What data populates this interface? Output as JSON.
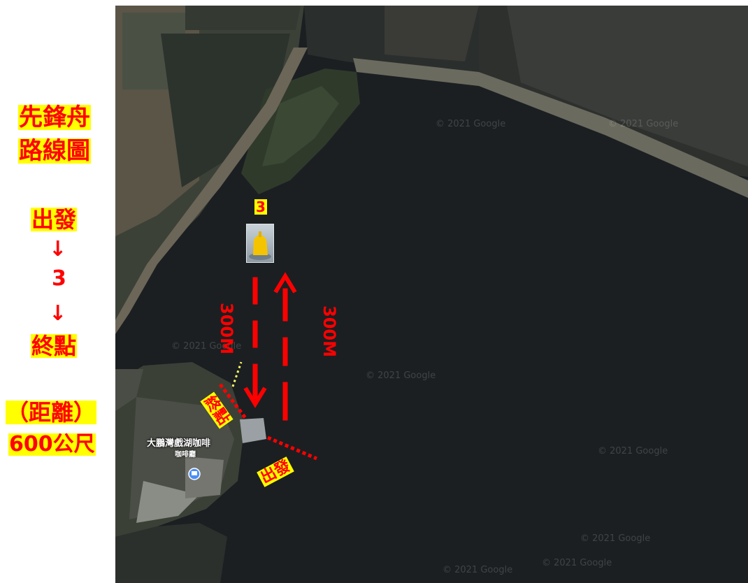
{
  "legend": {
    "title_line1": "先鋒舟",
    "title_line2": "路線圖",
    "start": "出發",
    "arrow1": "↓",
    "waypoint": "3",
    "arrow2": "↓",
    "finish": "終點",
    "distance_label": "（距離）",
    "distance_value": "600公尺"
  },
  "map": {
    "buoy_number": "3",
    "buoy_icon": "yellow-buoy-photo",
    "leg_out_distance": "300M",
    "leg_back_distance": "300M",
    "finish_tag": "終點",
    "start_tag": "出發",
    "place_name": "大鵬灣戲湖咖啡",
    "place_category": "咖啡廳",
    "place_icon": "cafe-pin-icon",
    "watermarks": [
      "© 2021 Google",
      "© 2021 Google",
      "© 2021 Google",
      "© 2021 Google",
      "© 2021 Google",
      "© 2021 Google",
      "© 2021 Google",
      "© 2021 Google"
    ]
  },
  "colors": {
    "route_red": "#ff0000",
    "highlight_yellow": "#ffff00",
    "water": "#1b1f22"
  }
}
